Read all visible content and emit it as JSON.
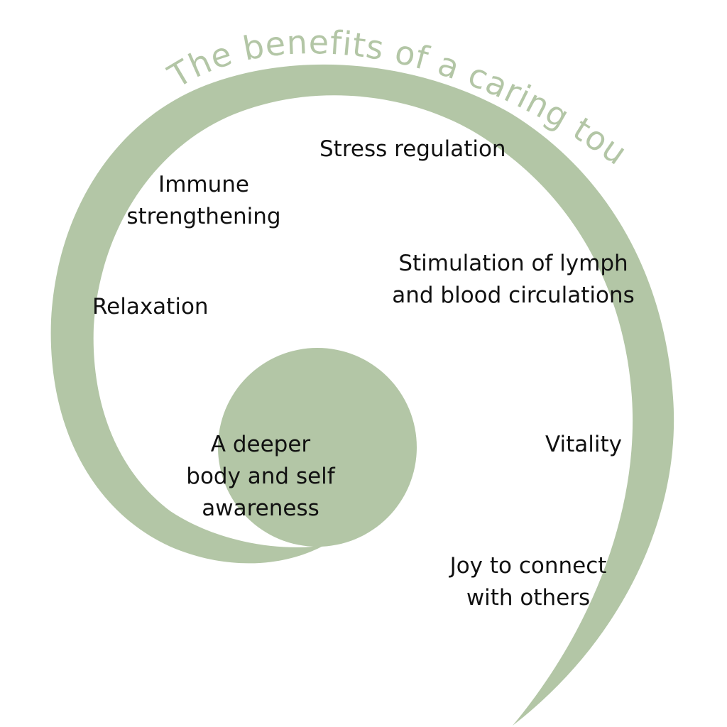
{
  "title": "The benefits of a caring touch",
  "colors": {
    "spiral": "#b3c6a6",
    "title": "#b3c6a6",
    "text": "#111111",
    "background": "#ffffff"
  },
  "benefits": [
    {
      "id": "stress",
      "lines": [
        "Stress regulation"
      ]
    },
    {
      "id": "immune",
      "lines": [
        "Immune",
        "strengthening"
      ]
    },
    {
      "id": "circulation",
      "lines": [
        "Stimulation of lymph",
        "and blood circulations"
      ]
    },
    {
      "id": "relaxation",
      "lines": [
        "Relaxation"
      ]
    },
    {
      "id": "awareness",
      "lines": [
        "A deeper",
        "body and self",
        "awareness"
      ]
    },
    {
      "id": "vitality",
      "lines": [
        "Vitality"
      ]
    },
    {
      "id": "joy",
      "lines": [
        "Joy to connect",
        "with others"
      ]
    }
  ]
}
